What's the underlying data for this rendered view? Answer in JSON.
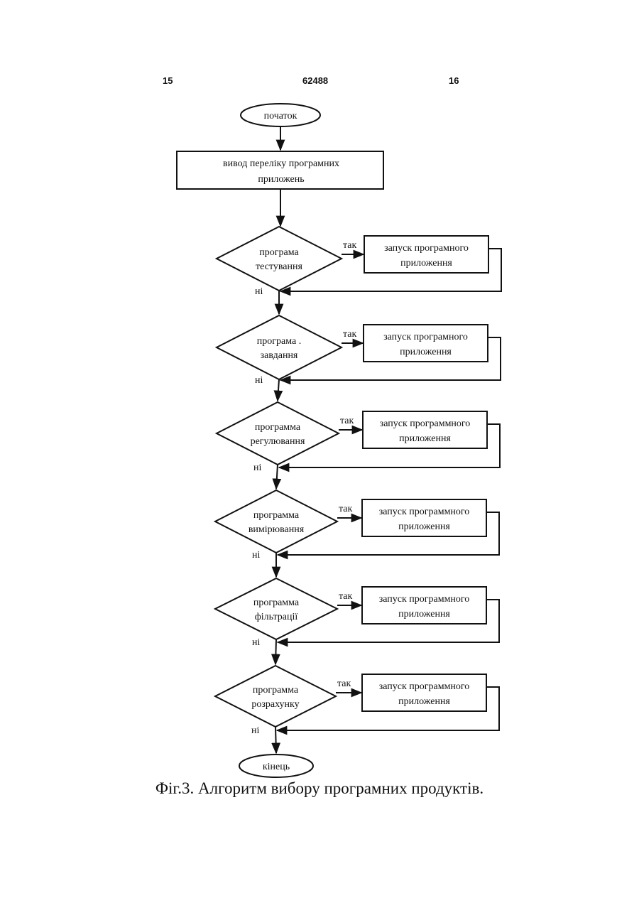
{
  "header": {
    "left_page": "15",
    "doc_number": "62488",
    "right_page": "16"
  },
  "flowchart": {
    "start_label": "початок",
    "process_label": [
      "вивод переліку програмних",
      "приложень"
    ],
    "decisions": [
      {
        "label": [
          "програма",
          "тестування"
        ]
      },
      {
        "label": [
          "програма .",
          "завдання"
        ]
      },
      {
        "label": [
          "программа",
          "регулювання"
        ]
      },
      {
        "label": [
          "программа",
          "вимірювання"
        ]
      },
      {
        "label": [
          "программа",
          "фільтрації"
        ]
      },
      {
        "label": [
          "программа",
          "розрахунку"
        ]
      }
    ],
    "action_label": [
      "запуск програмного",
      "приложення"
    ],
    "action_label_alt": [
      "запуск программного",
      "приложення"
    ],
    "yes_label": "так",
    "no_label": "ні",
    "end_label": "кінець"
  },
  "caption": "Фіг.3. Алгоритм вибору програмних продуктів."
}
